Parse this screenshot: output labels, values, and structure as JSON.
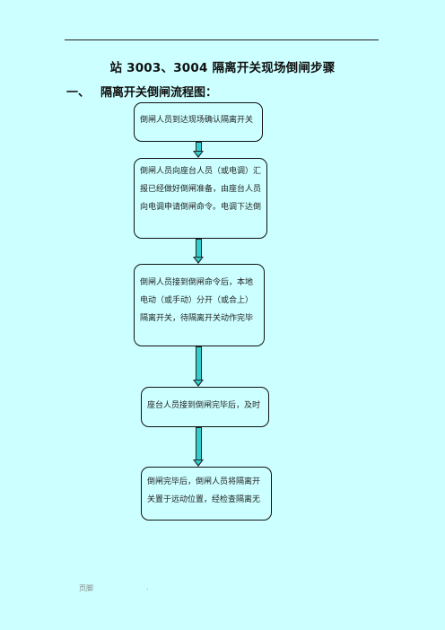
{
  "document": {
    "title": "站 3003、3004 隔离开关现场倒闸步骤",
    "section": {
      "number": "一、",
      "heading": "隔离开关倒闸流程图："
    }
  },
  "flow": {
    "steps": [
      {
        "lines": [
          "倒闸人员到达现场确认隔离开关"
        ]
      },
      {
        "lines": [
          "倒闸人员向座台人员（或电调）汇",
          "报已经做好倒闸准备，由座台人员",
          "向电调申请倒闸命令。电调下达倒"
        ]
      },
      {
        "lines": [
          "倒闸人员接到倒闸命令后，本地",
          "电动（或手动）分开（或合上）",
          "隔离开关，待隔离开关动作完毕"
        ]
      },
      {
        "lines": [
          "座台人员接到倒闸完毕后，及时"
        ]
      },
      {
        "lines": [
          "倒闸完毕后，倒闸人员将隔离开",
          "关置于远动位置，经检查隔离无"
        ]
      }
    ]
  },
  "footer": {
    "left": "页脚",
    "right": "."
  },
  "colors": {
    "background": "#ccffff",
    "arrow_fill": "#33cccc",
    "border": "#111111"
  }
}
